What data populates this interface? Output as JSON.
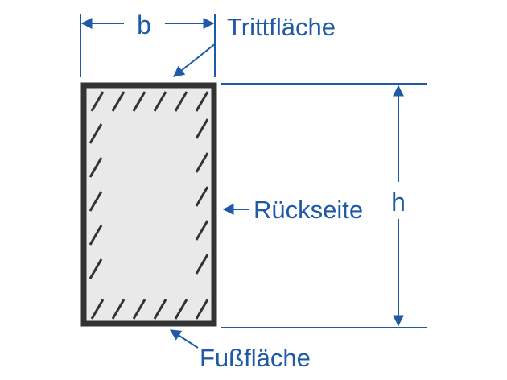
{
  "diagram": {
    "width_label": "b",
    "height_label": "h",
    "tread_label": "Trittfläche",
    "back_label": "Rückseite",
    "foot_label": "Fußfläche"
  },
  "colors": {
    "dimension": "#1f5aa6",
    "outline": "#333333",
    "fill": "#e9e9e9",
    "hatch": "#333333",
    "background": "#ffffff"
  }
}
